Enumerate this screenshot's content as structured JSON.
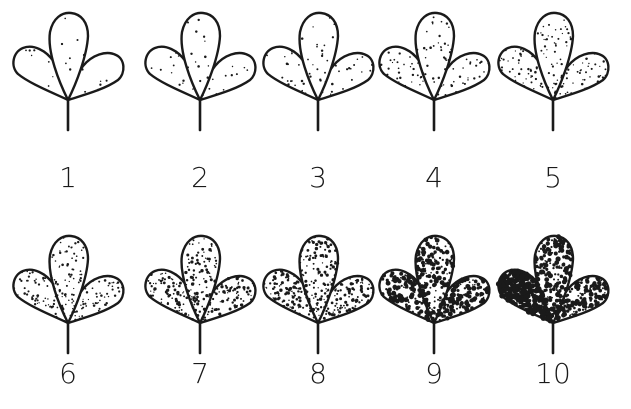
{
  "figure": {
    "ink_color": "#1a1a1a",
    "background_color": "#ffffff",
    "leaves": [
      {
        "label": "1",
        "severity": 1
      },
      {
        "label": "2",
        "severity": 2
      },
      {
        "label": "3",
        "severity": 3
      },
      {
        "label": "4",
        "severity": 4
      },
      {
        "label": "5",
        "severity": 5
      },
      {
        "label": "6",
        "severity": 6
      },
      {
        "label": "7",
        "severity": 7
      },
      {
        "label": "8",
        "severity": 8
      },
      {
        "label": "9",
        "severity": 9
      },
      {
        "label": "10",
        "severity": 10
      }
    ]
  }
}
